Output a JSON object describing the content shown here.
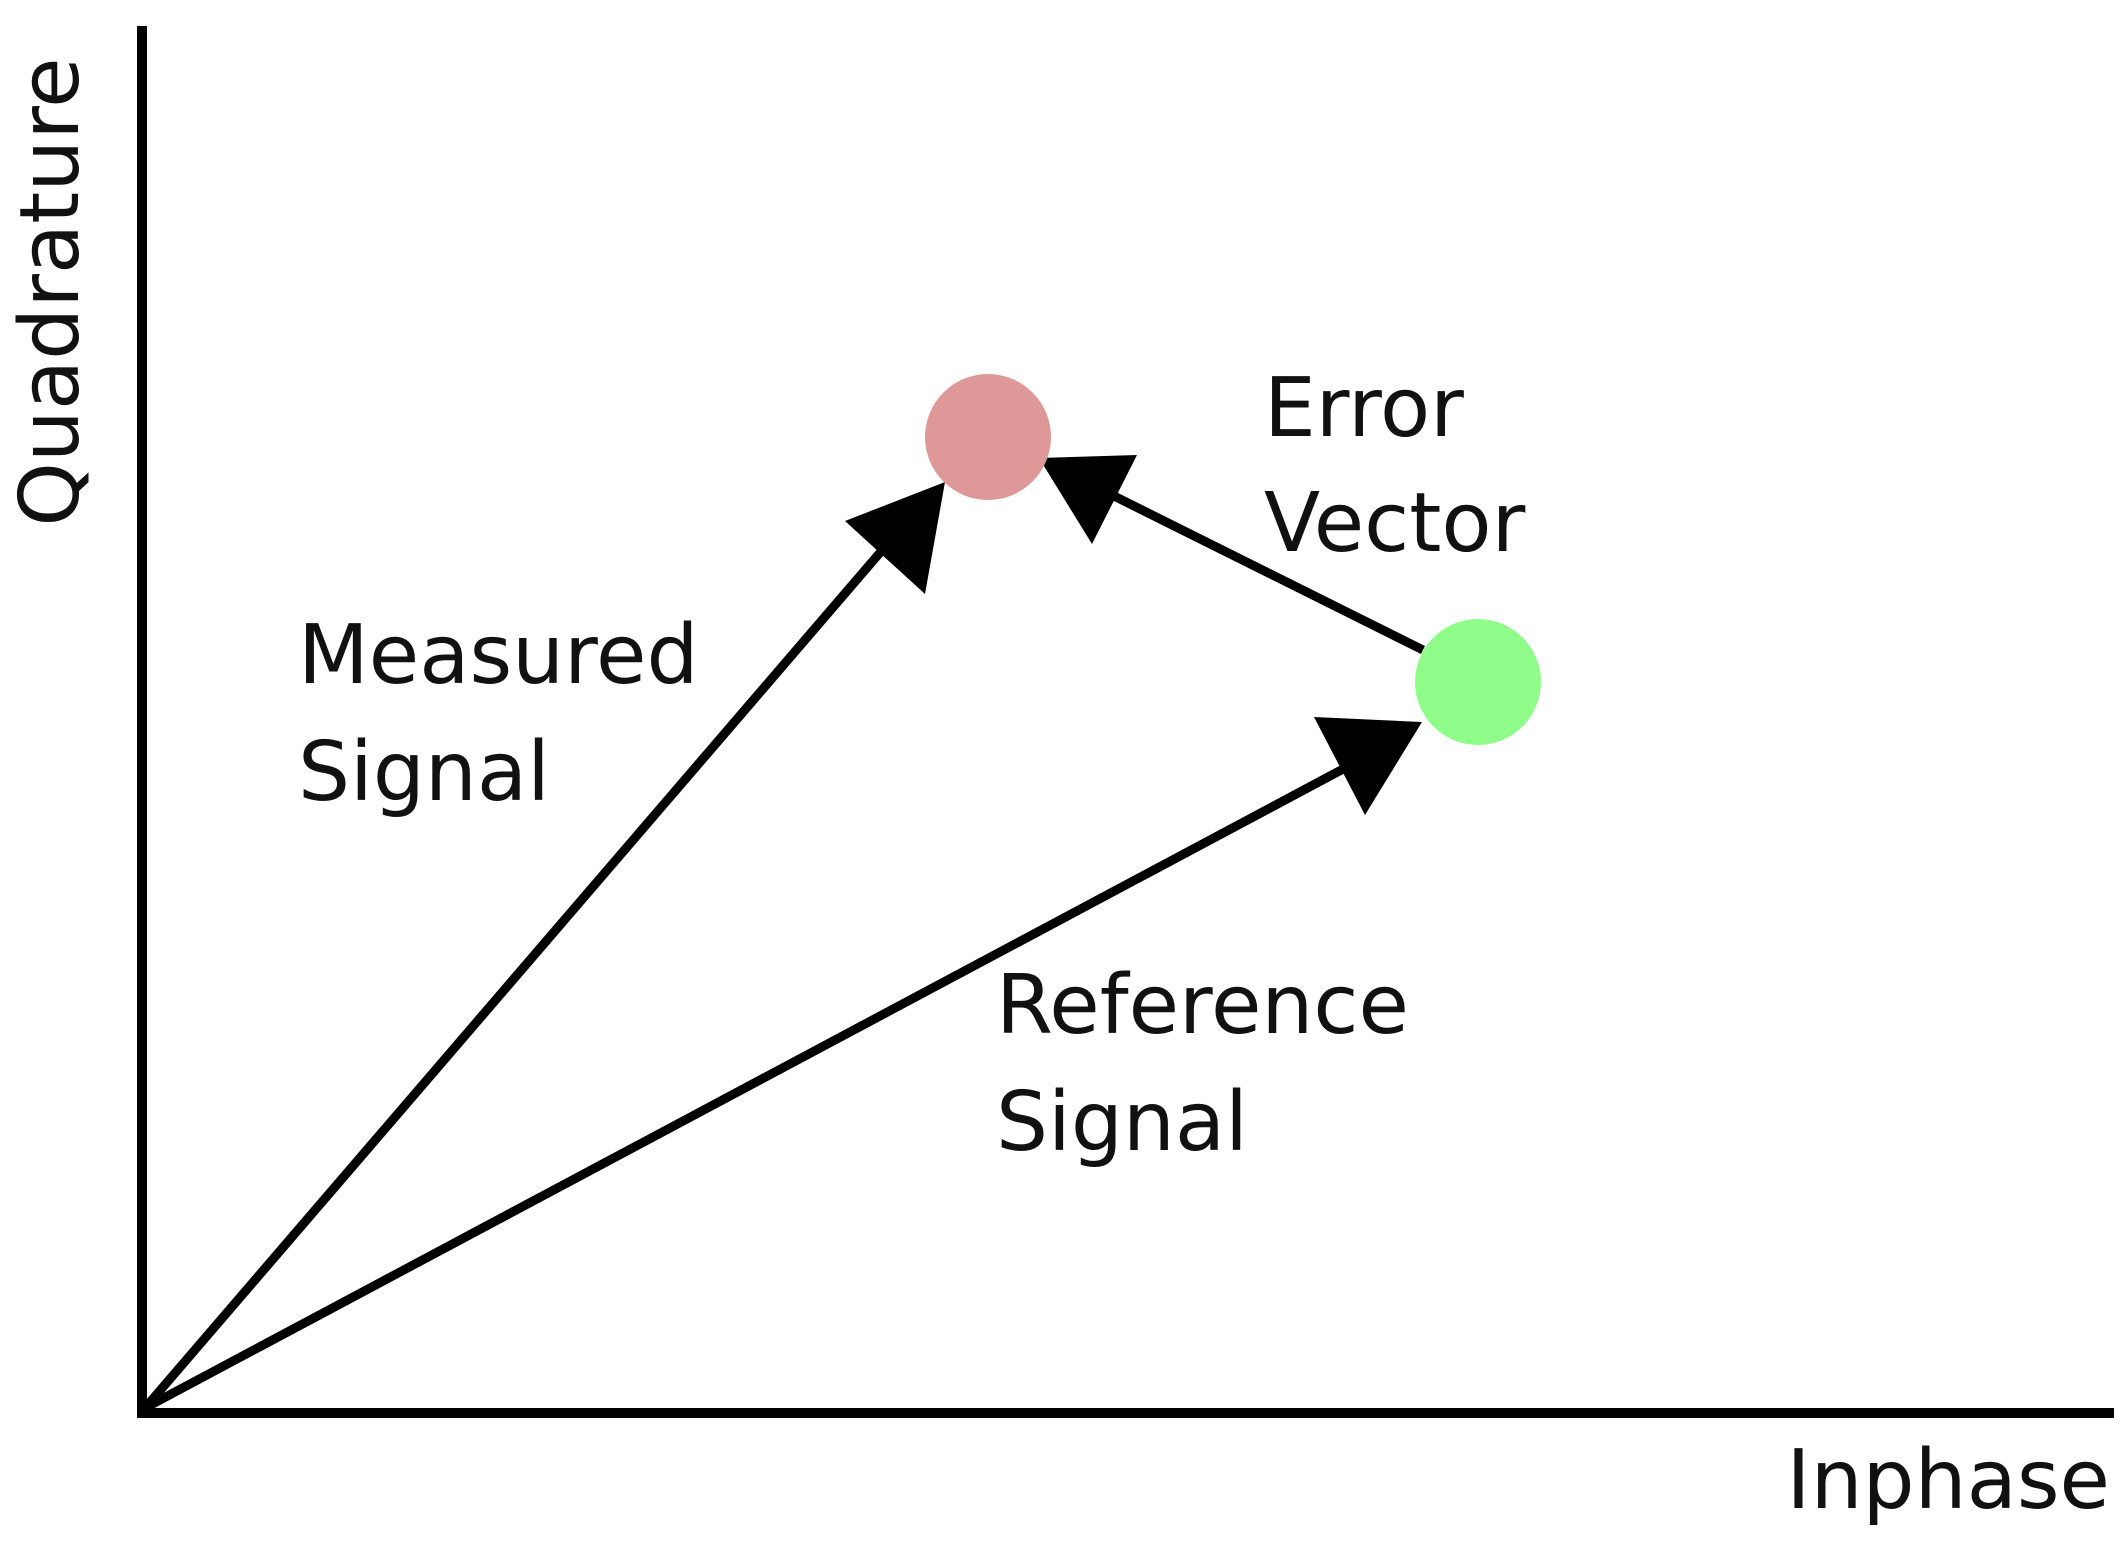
{
  "axes": {
    "x_label": "Inphase",
    "y_label": "Quadrature"
  },
  "labels": {
    "measured_line1": "Measured",
    "measured_line2": "Signal",
    "reference_line1": "Reference",
    "reference_line2": "Signal",
    "error_line1": "Error",
    "error_line2": "Vector"
  },
  "colors": {
    "measured_point": "#de9898",
    "reference_point": "#90fd8a",
    "vector": "#000000",
    "axis": "#000000"
  }
}
